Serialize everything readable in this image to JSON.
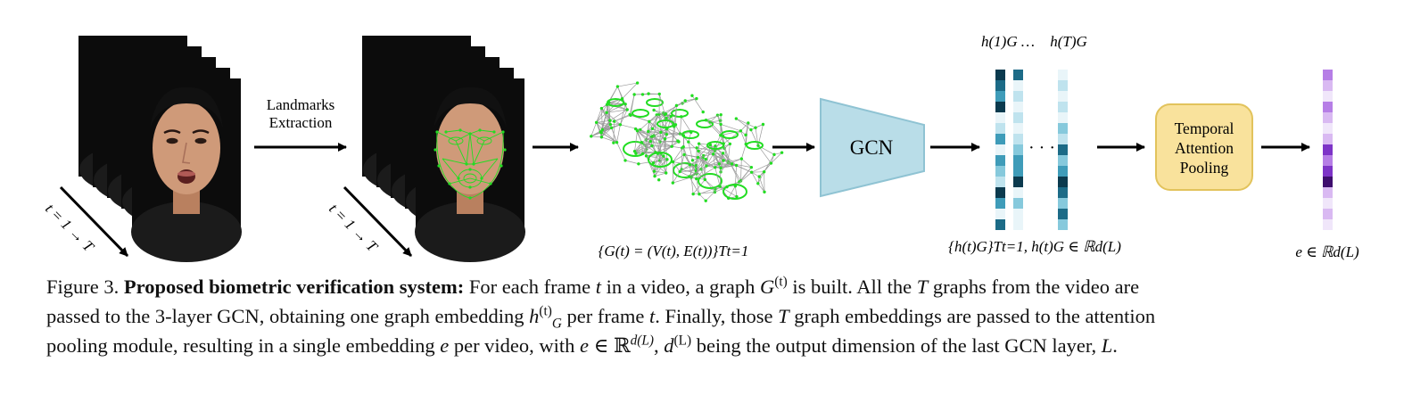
{
  "diagram": {
    "steps": {
      "landmarks_line1": "Landmarks",
      "landmarks_line2": "Extraction",
      "gcn": "GCN",
      "pool_line1": "Temporal",
      "pool_line2": "Attention",
      "pool_line3": "Pooling"
    },
    "time_axis_label": "t = 1 → T",
    "graph_set_label": "{G(t) = (V(t), E(t))}Tt=1",
    "embedding_top_label_first": "h(1)G …",
    "embedding_top_label_last": "h(T)G",
    "embedding_dots": "· · ·",
    "embedding_set_label": "{h(t)G}Tt=1, h(t)G ∈ ℝd(L)",
    "output_label": "e ∈ ℝd(L)",
    "colors": {
      "gcn_fill": "#b9dde8",
      "gcn_stroke": "#8fc3d3",
      "pool_fill": "#f9e29c",
      "pool_stroke": "#e2c35c",
      "landmark_green": "#22dd22",
      "embed_palette": [
        "#e9f5f9",
        "#bfe3ee",
        "#86c9dc",
        "#3f9cb9",
        "#1c6b87",
        "#0b3a4e"
      ],
      "output_palette": [
        "#f0e6fa",
        "#d9b9f2",
        "#b67ee6",
        "#7d34c7",
        "#3e0d6e"
      ]
    },
    "icons": [
      "face-frame-stack",
      "face-landmark-stack",
      "landmark-graph",
      "embedding-column",
      "output-embedding-column"
    ]
  },
  "caption": {
    "figure_label": "Figure 3.",
    "bold_title": "Proposed biometric verification system:",
    "line1": {
      "a": " For each frame ",
      "t": "t",
      "b": " in a video, a graph ",
      "G": "G",
      "Gsup": "(t)",
      "c": " is built. All the ",
      "T": "T",
      "d": " graphs from the video are"
    },
    "line2": {
      "a": "passed to the 3-layer GCN, obtaining one graph embedding ",
      "h": "h",
      "hsup": "(t)",
      "hsub": "G",
      "b": " per frame ",
      "t": "t",
      "c": ". Finally, those ",
      "T": "T",
      "d": " graph embeddings are passed to the attention"
    },
    "line3": {
      "a": "pooling module, resulting in a single embedding ",
      "e1": "e",
      "b": " per video, with ",
      "e2": "e",
      "in": " ∈ ℝ",
      "rsup": "d(L)",
      "c": ", ",
      "d": "d",
      "dsup": "(L)",
      "e": " being the output dimension of the last GCN layer, ",
      "L": "L",
      "f": "."
    }
  }
}
